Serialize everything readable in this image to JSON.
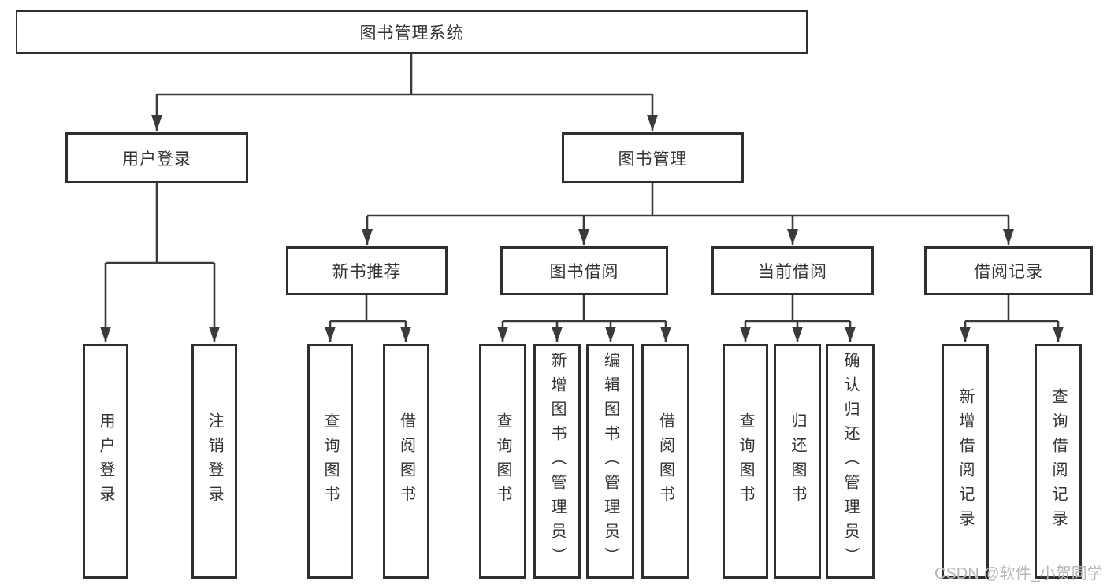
{
  "colors": {
    "line": "#3a3a3a",
    "box-border": "#2f2f2f",
    "box-fill": "#ffffff",
    "text": "#333333",
    "watermark": "#b6b6b6",
    "background": "#ffffff"
  },
  "nodes": {
    "root": {
      "label": "图书管理系统"
    },
    "user_login": {
      "label": "用户登录"
    },
    "book_mgmt": {
      "label": "图书管理"
    },
    "new_book_rec": {
      "label": "新书推荐"
    },
    "book_borrow": {
      "label": "图书借阅"
    },
    "current_borrow": {
      "label": "当前借阅"
    },
    "borrow_records": {
      "label": "借阅记录"
    },
    "leaf_user_login": {
      "label": "用户登录"
    },
    "leaf_logout": {
      "label": "注销登录"
    },
    "leaf_query_book_rec": {
      "label": "查询图书"
    },
    "leaf_borrow_book_rec": {
      "label": "借阅图书"
    },
    "leaf_query_book_borrow": {
      "label": "查询图书"
    },
    "leaf_add_book": {
      "label": "新增图书（管理员）"
    },
    "leaf_edit_book": {
      "label": "编辑图书（管理员）"
    },
    "leaf_borrow_book_borrow": {
      "label": "借阅图书"
    },
    "leaf_query_book_current": {
      "label": "查询图书"
    },
    "leaf_return_book": {
      "label": "归还图书"
    },
    "leaf_confirm_return": {
      "label": "确认归还（管理员）"
    },
    "leaf_add_borrow_record": {
      "label": "新增借阅记录"
    },
    "leaf_query_borrow_record": {
      "label": "查询借阅记录"
    }
  },
  "watermark": {
    "text": "CSDN @软件_小贺同学"
  }
}
